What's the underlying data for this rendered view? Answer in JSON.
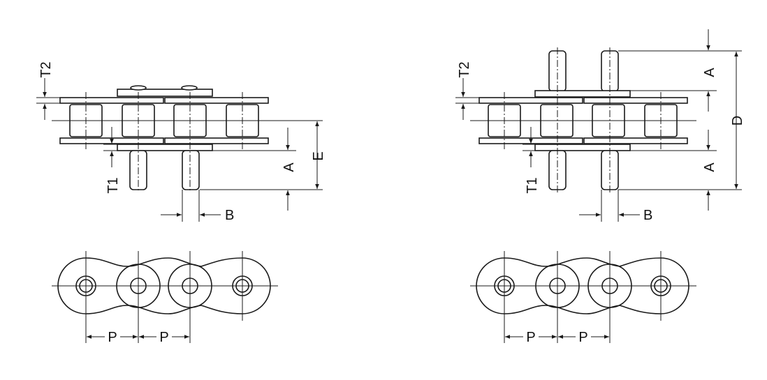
{
  "labels": {
    "t1": "T1",
    "t2": "T2",
    "a": "A",
    "b": "B",
    "d": "D",
    "e": "E",
    "p": "P"
  },
  "colors": {
    "line": "#1a1a1a",
    "background": "#ffffff"
  }
}
